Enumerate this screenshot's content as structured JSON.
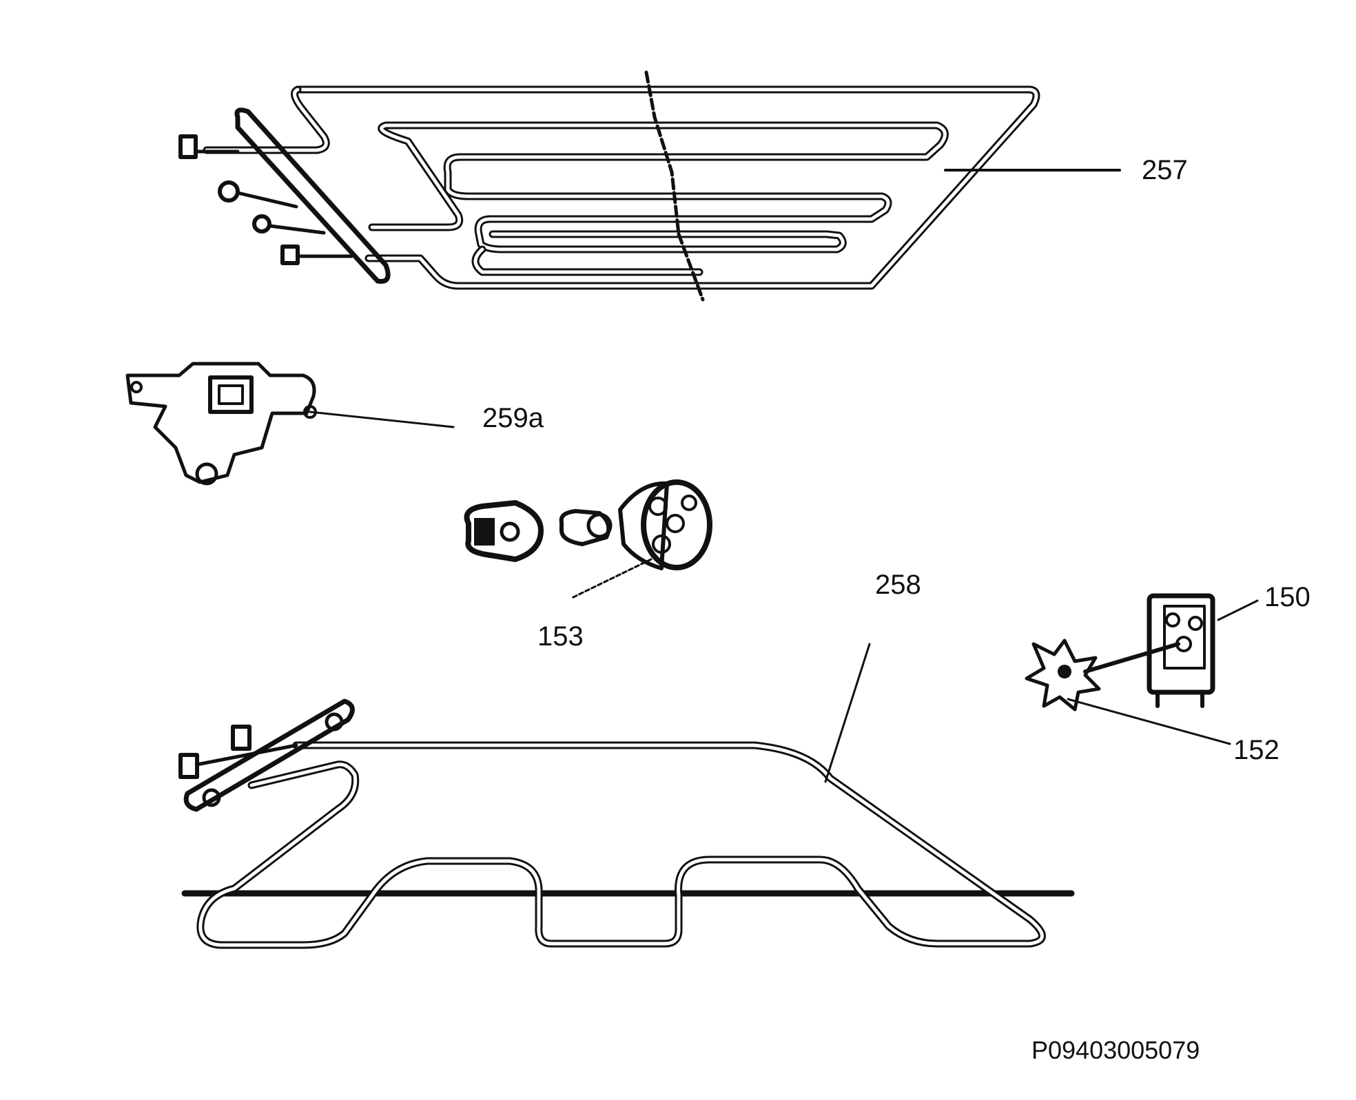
{
  "diagram": {
    "labels": {
      "l257": "257",
      "l259a": "259a",
      "l153": "153",
      "l258": "258",
      "l150": "150",
      "l152": "152"
    },
    "drawing_code": "P09403005079"
  },
  "colors": {
    "line": "#111111",
    "background": "#ffffff"
  }
}
